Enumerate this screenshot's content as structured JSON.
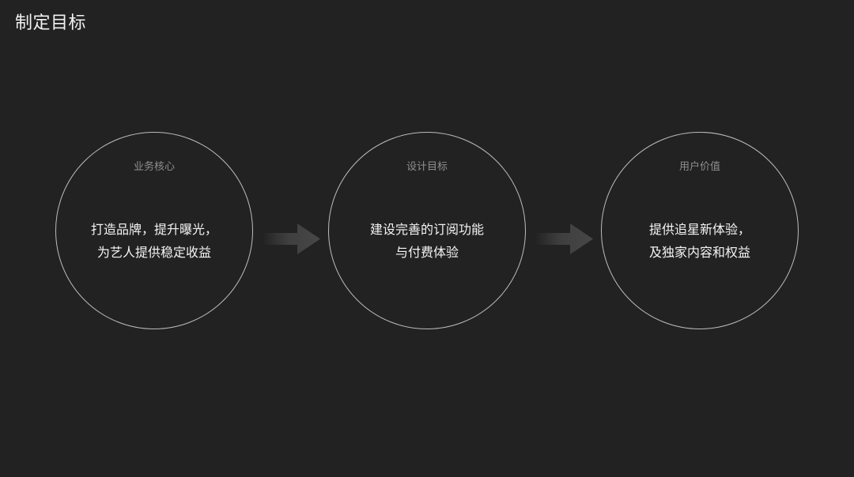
{
  "header": {
    "title": "制定目标"
  },
  "colors": {
    "background": "#222222",
    "circle_border": "#bdbdbd",
    "label": "#8f8f8f",
    "text": "#f4f4f4",
    "arrow": "#444444"
  },
  "circles": [
    {
      "label": "业务核心",
      "line1": "打造品牌，提升曝光，",
      "line2": "为艺人提供稳定收益"
    },
    {
      "label": "设计目标",
      "line1": "建设完善的订阅功能",
      "line2": "与付费体验"
    },
    {
      "label": "用户价值",
      "line1": "提供追星新体验，",
      "line2": "及独家内容和权益"
    }
  ],
  "arrows": [
    {
      "icon": "arrow-right-icon"
    },
    {
      "icon": "arrow-right-icon"
    }
  ]
}
